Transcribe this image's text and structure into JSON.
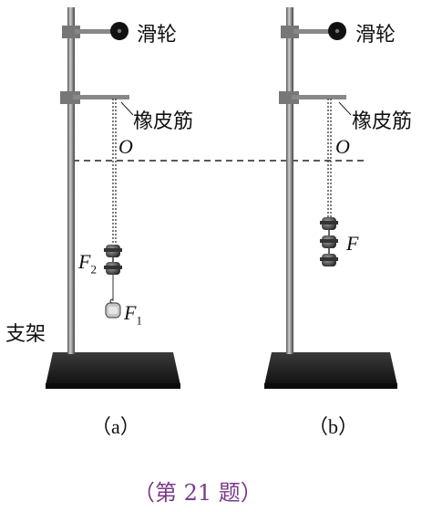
{
  "labels": {
    "pulley": "滑轮",
    "rubber_band": "橡皮筋",
    "point_o": "O",
    "stand": "支架",
    "force_f1": "F",
    "force_f1_sub": "1",
    "force_f2": "F",
    "force_f2_sub": "2",
    "force_f": "F"
  },
  "captions": {
    "a": "（a）",
    "b": "（b）"
  },
  "footer": "（第 21 题）"
}
